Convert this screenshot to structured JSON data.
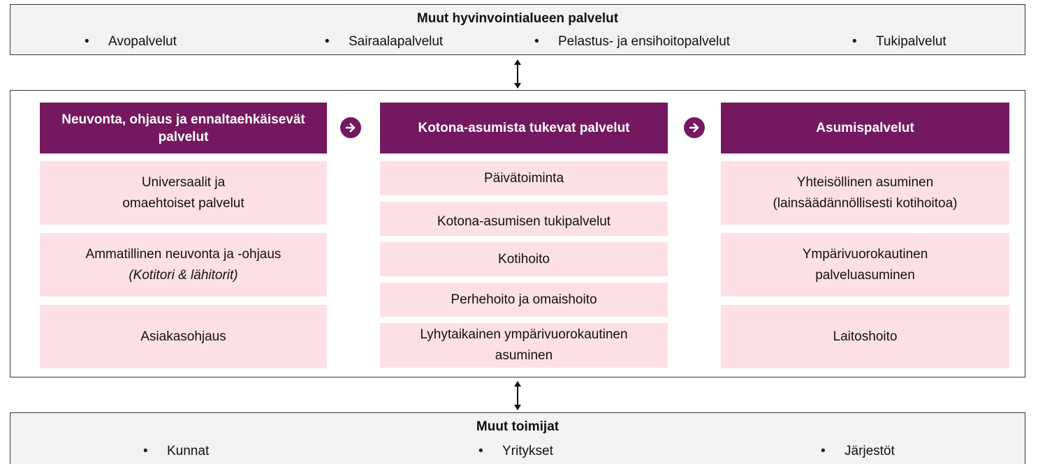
{
  "top_box": {
    "title": "Muut hyvinvointialueen palvelut",
    "items": [
      "Avopalvelut",
      "Sairaalapalvelut",
      "Pelastus- ja ensihoitopalvelut",
      "Tukipalvelut"
    ]
  },
  "columns": [
    {
      "header": "Neuvonta, ohjaus ja ennaltaehkäisevät palvelut",
      "cells": [
        {
          "text": "Universaalit ja\nomaehtoiset palvelut",
          "note": ""
        },
        {
          "text": "Ammatillinen neuvonta ja -ohjaus",
          "note": "(Kotitori & lähitorit)"
        },
        {
          "text": "Asiakasohjaus",
          "note": ""
        }
      ]
    },
    {
      "header": "Kotona-asumista tukevat palvelut",
      "cells": [
        {
          "text": "Päivätoiminta",
          "note": ""
        },
        {
          "text": "Kotona-asumisen tukipalvelut",
          "note": ""
        },
        {
          "text": "Kotihoito",
          "note": ""
        },
        {
          "text": "Perhehoito ja omaishoito",
          "note": ""
        },
        {
          "text": "Lyhytaikainen ympärivuorokautinen\nasuminen",
          "note": ""
        }
      ]
    },
    {
      "header": "Asumispalvelut",
      "cells": [
        {
          "text": "Yhteisöllinen asuminen\n(lainsäädännöllisesti kotihoitoa)",
          "note": ""
        },
        {
          "text": "Ympärivuorokautinen\npalveluasuminen",
          "note": ""
        },
        {
          "text": "Laitoshoito",
          "note": ""
        }
      ]
    }
  ],
  "bottom_box": {
    "title": "Muut toimijat",
    "items": [
      "Kunnat",
      "Yritykset",
      "Järjestöt"
    ]
  },
  "bullet_symbol": "•",
  "colors": {
    "header": "#74185f",
    "cell": "#fde0e6",
    "outer": "#f2f2f2"
  },
  "icons": [
    "right-arrow-circle-icon",
    "double-vertical-arrow-icon"
  ]
}
